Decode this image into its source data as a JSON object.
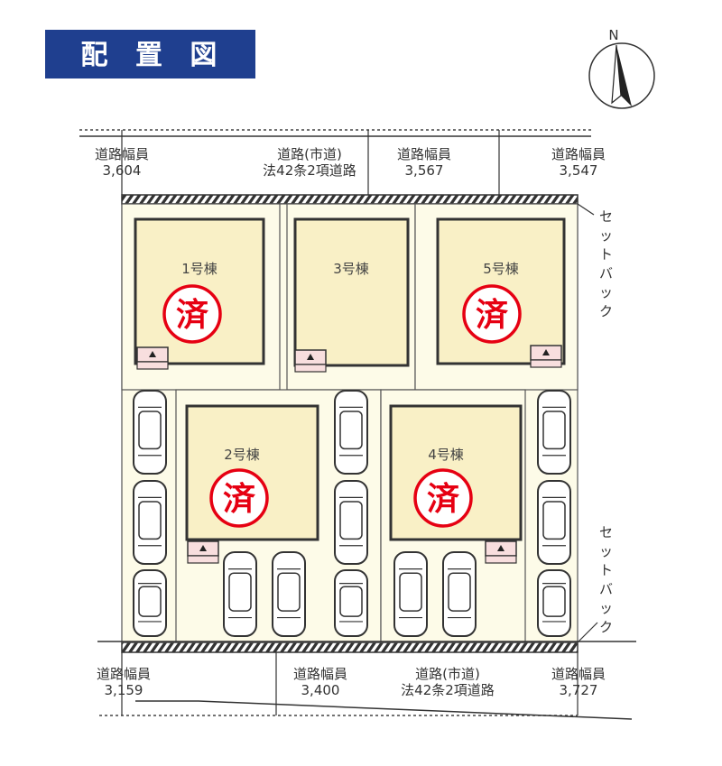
{
  "title": "配 置 図",
  "compass": {
    "label": "N"
  },
  "colors": {
    "title_bg": "#1f3f8f",
    "lot": "#fdfbe8",
    "building": "#f9f0c6",
    "stamp": "#e60012",
    "entrance": "#f8dede"
  },
  "top_road": {
    "name_line1": "道路(市道)",
    "name_line2": "法42条2項道路",
    "widths": [
      {
        "label": "道路幅員",
        "value": "3,604"
      },
      {
        "label": "道路幅員",
        "value": "3,567"
      },
      {
        "label": "道路幅員",
        "value": "3,547"
      }
    ]
  },
  "bottom_road": {
    "name_line1": "道路(市道)",
    "name_line2": "法42条2項道路",
    "widths": [
      {
        "label": "道路幅員",
        "value": "3,159"
      },
      {
        "label": "道路幅員",
        "value": "3,400"
      },
      {
        "label": "道路幅員",
        "value": "3,727"
      }
    ]
  },
  "setback": [
    "セ",
    "ッ",
    "ト",
    "バ",
    "ッ",
    "ク"
  ],
  "buildings": [
    {
      "name": "1号棟",
      "sold": true,
      "stamp": "済"
    },
    {
      "name": "3号棟",
      "sold": false,
      "stamp": ""
    },
    {
      "name": "5号棟",
      "sold": true,
      "stamp": "済"
    },
    {
      "name": "2号棟",
      "sold": true,
      "stamp": "済"
    },
    {
      "name": "4号棟",
      "sold": true,
      "stamp": "済"
    }
  ]
}
